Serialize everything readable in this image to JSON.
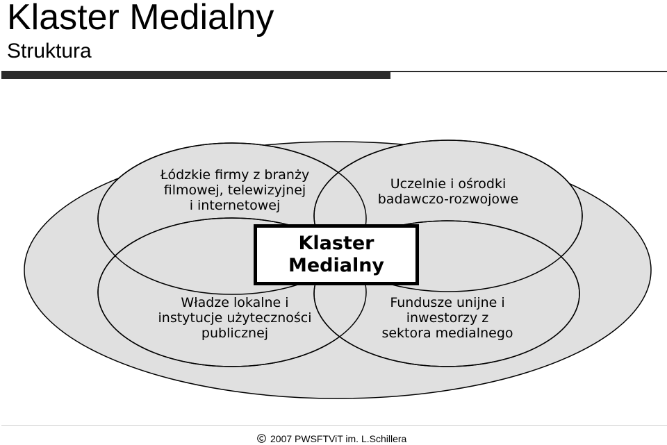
{
  "slide": {
    "title": "Klaster Medialny",
    "subtitle": "Struktura"
  },
  "diagram": {
    "nodes": {
      "top_left": [
        "Łódzkie firmy z branży",
        "filmowej, telewizyjnej",
        "i internetowej"
      ],
      "top_right": [
        "Uczelnie i ośrodki",
        "badawczo-rozwojowe"
      ],
      "bottom_left": [
        "Władze lokalne i",
        "instytucje użyteczności",
        "publicznej"
      ],
      "bottom_right": [
        "Fundusze unijne i",
        "inwestorzy z",
        "sektora medialnego"
      ]
    },
    "center": [
      "Klaster",
      "Medialny"
    ],
    "colors": {
      "outer_fill": "#e0e0e0",
      "inner_fill": "#e0e0e0",
      "stroke": "#000000",
      "rule": "#2b2b2b"
    }
  },
  "footer": {
    "copyright_icon": "copyright-icon",
    "text": "2007 PWSFTViT im. L.Schillera"
  }
}
